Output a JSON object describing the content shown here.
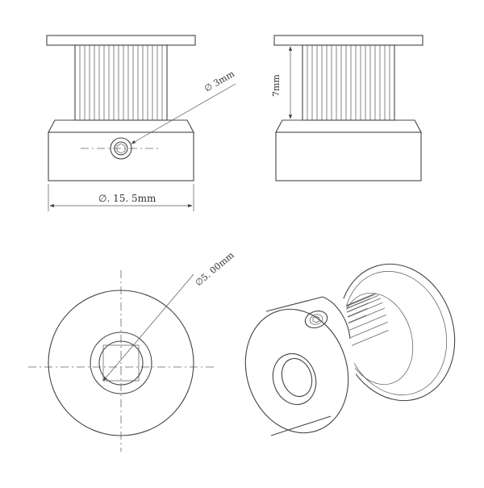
{
  "labels": {
    "bore_diameter": "∅ 3mm",
    "outer_diameter": "∅. 15. 5mm",
    "tooth_height": "7mm",
    "shaft_diameter": "∅5. 00mm"
  },
  "colors": {
    "line": "#444444",
    "background": "#ffffff"
  }
}
